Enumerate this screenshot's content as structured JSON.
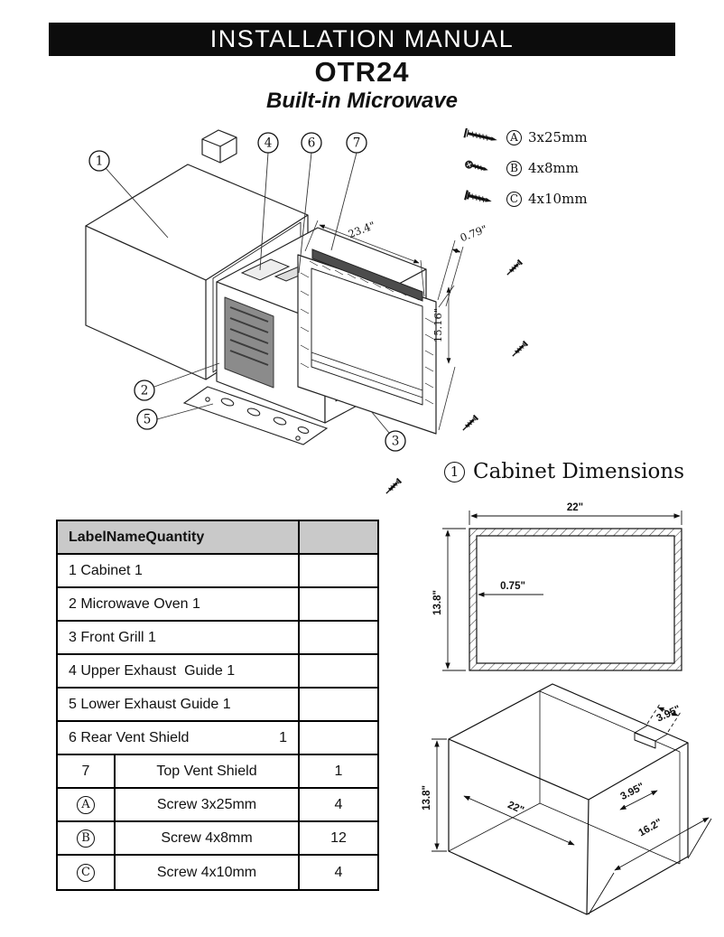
{
  "header": {
    "title": "INSTALLATION MANUAL",
    "model": "OTR24",
    "subtitle": "Built-in Microwave"
  },
  "screw_legend": {
    "items": [
      {
        "label": "A",
        "size": "3x25mm"
      },
      {
        "label": "B",
        "size": "4x8mm"
      },
      {
        "label": "C",
        "size": "4x10mm"
      }
    ]
  },
  "exploded_view": {
    "callouts": {
      "c1": "1",
      "c2": "2",
      "c3": "3",
      "c4": "4",
      "c5": "5",
      "c6": "6",
      "c7": "7"
    },
    "dims": {
      "width": "23.4\"",
      "thickness": "0.79\"",
      "height": "15.16\""
    }
  },
  "cabinet_dimensions": {
    "number": "1",
    "title": "Cabinet Dimensions",
    "front_view": {
      "width": "22\"",
      "height": "13.8\"",
      "wall": "0.75\""
    },
    "iso_view": {
      "height": "13.8\"",
      "width": "22\"",
      "depth": "16.2\"",
      "notch_width": "3.95\"",
      "notch_depth": "3.95\""
    }
  },
  "parts_table": {
    "header": "LabelNameQuantity",
    "rows": [
      {
        "text": "1 Cabinet 1"
      },
      {
        "text": "2 Microwave Oven 1"
      },
      {
        "text": "3 Front Grill 1"
      },
      {
        "text": "4 Upper Exhaust  Guide 1"
      },
      {
        "text": "5 Lower Exhaust Guide 1"
      },
      {
        "text": "6 Rear Vent Shield",
        "inline_qty": "1"
      },
      {
        "label": "7",
        "name": "Top Vent Shield",
        "qty": "1"
      },
      {
        "label": "A",
        "name": "Screw 3x25mm",
        "qty": "4"
      },
      {
        "label": "B",
        "name": "Screw 4x8mm",
        "qty": "12"
      },
      {
        "label": "C",
        "name": "Screw 4x10mm",
        "qty": "4"
      }
    ]
  }
}
